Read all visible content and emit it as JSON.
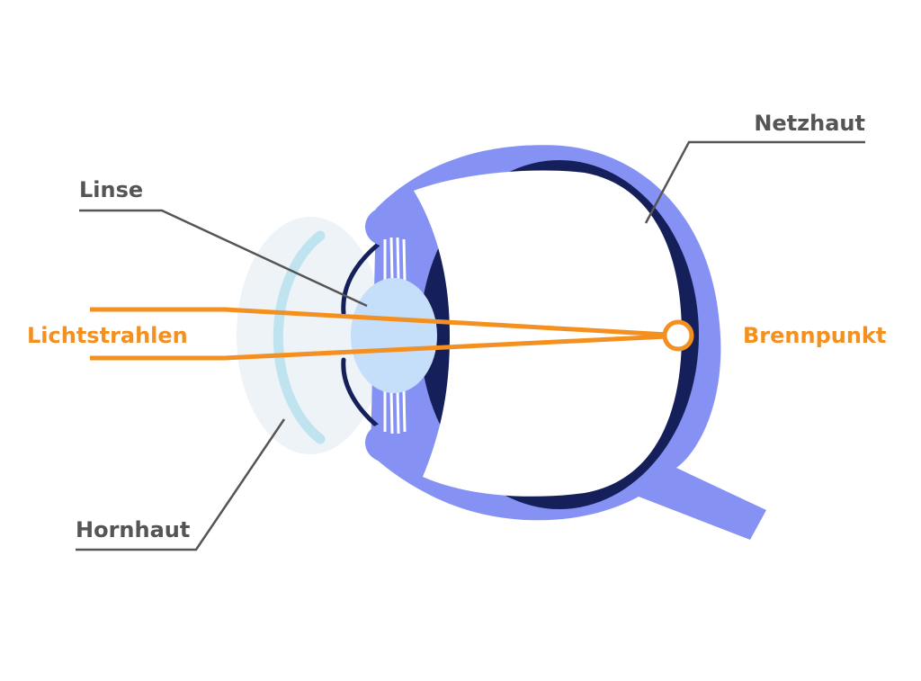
{
  "labels": {
    "netzhaut": "Netzhaut",
    "linse": "Linse",
    "lichtstrahlen": "Lichtstrahlen",
    "brennpunkt": "Brennpunkt",
    "hornhaut": "Hornhaut"
  },
  "colors": {
    "sclera": "#8592f4",
    "retina": "#15205a",
    "lens": "#c5dffa",
    "cornea": "#eef3f8",
    "cornea_highlight": "#bfe3ef",
    "light_rays": "#f39020",
    "leader_lines": "#555555"
  }
}
